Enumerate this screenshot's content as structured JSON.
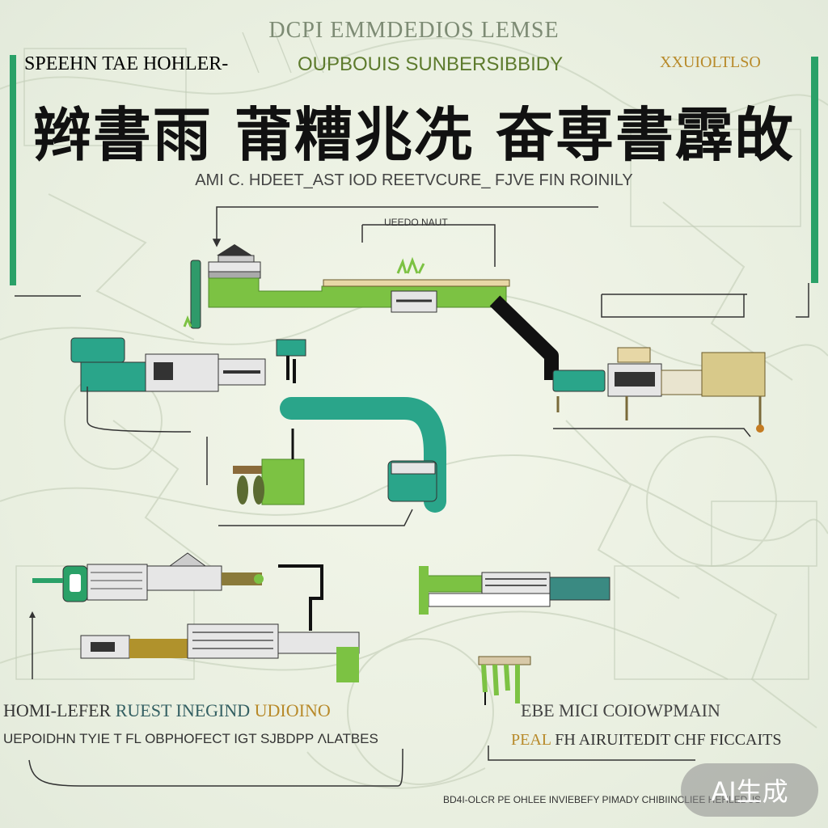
{
  "header": {
    "top_line": "DCPI EMMDEDIOS LEMSE",
    "sub_left": "SPEEHN TAE HOHLER-",
    "sub_mid": "OUPBOUIS SUNBERSIBBIDY",
    "sub_right": "XXUIOLTLSO",
    "main_title": "辫書雨 莆糟兆冼 奋専書霹敀",
    "caption": "AMI C. HDEET_AST IOD REETVCURE_ FJVE FIN ROINILY"
  },
  "labels": {
    "mid_label": "UEEDO NAUT",
    "bottom_left_line1_a": "HOMI-LEFER",
    "bottom_left_line1_b": "RUEST INEGIND",
    "bottom_left_line1_c": "UDIOINO",
    "bottom_left_line2": "UEPOIDHN TYIE T FL OBPHOFECT IGT SJBDPP ΛLATBES",
    "bottom_right_line1": "EBE MICI COIOWPMAIN",
    "bottom_right_line2_a": "PEAL",
    "bottom_right_line2_b": "FH AIRUITEDIT CHF FICCAITS",
    "footer": "BD4I-OLCR PE OHLEE INVIEBEFY PIMADY CHIBIINCLIEE HEHLEDUS"
  },
  "badge": {
    "text": "AI生成"
  },
  "colors": {
    "accent_green": "#7cc243",
    "teal": "#2aa58a",
    "dark": "#111111",
    "bar_green": "#2aa168"
  }
}
